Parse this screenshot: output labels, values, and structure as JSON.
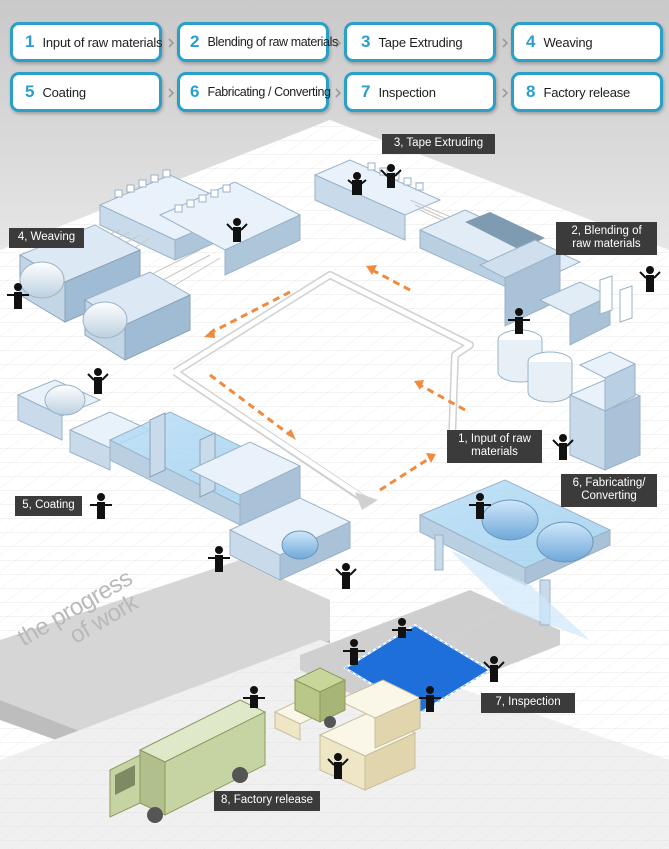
{
  "steps": [
    {
      "num": "1",
      "label": "Input of raw materials"
    },
    {
      "num": "2",
      "label": "Blending of raw materials"
    },
    {
      "num": "3",
      "label": "Tape Extruding"
    },
    {
      "num": "4",
      "label": "Weaving"
    },
    {
      "num": "5",
      "label": "Coating"
    },
    {
      "num": "6",
      "label": "Fabricating / Converting"
    },
    {
      "num": "7",
      "label": "Inspection"
    },
    {
      "num": "8",
      "label": "Factory release"
    }
  ],
  "labels": {
    "tape_extruding": "3, Tape Extruding",
    "blending_line1": "2, Blending of",
    "blending_line2": "raw materials",
    "weaving": "4, Weaving",
    "input_line1": "1, Input of raw",
    "input_line2": "materials",
    "fabricating_line1": "6, Fabricating/",
    "fabricating_line2": "Converting",
    "coating": "5, Coating",
    "inspection": "7, Inspection",
    "factory_release": "8, Factory release"
  },
  "watermark": {
    "line1": "the progress",
    "line2": "of work"
  },
  "colors": {
    "accent": "#2aa0c9",
    "arrow": "#f08a3c",
    "label_bg": "#3b3b3b",
    "machine": "#d8e8f5",
    "inspection_sheet": "#1e6fd9"
  }
}
